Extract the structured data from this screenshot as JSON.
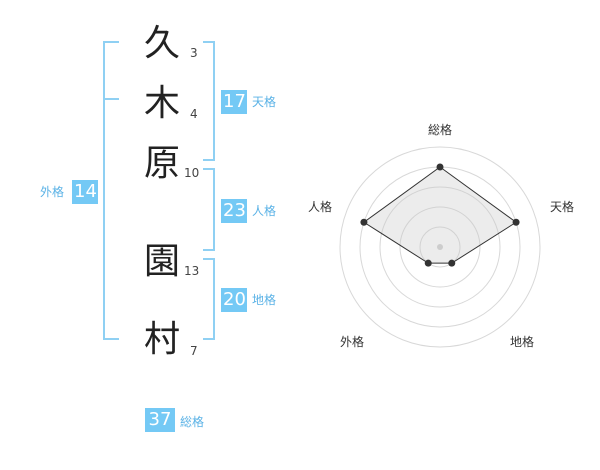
{
  "name": {
    "chars": [
      {
        "char": "久",
        "strokes": "3"
      },
      {
        "char": "木",
        "strokes": "4"
      },
      {
        "char": "原",
        "strokes": "10"
      },
      {
        "char": "園",
        "strokes": "13"
      },
      {
        "char": "村",
        "strokes": "7"
      }
    ]
  },
  "kaku": {
    "tenkaku": {
      "value": "17",
      "label": "天格"
    },
    "jinkaku": {
      "value": "23",
      "label": "人格"
    },
    "chikaku": {
      "value": "20",
      "label": "地格"
    },
    "gaikaku": {
      "value": "14",
      "label": "外格"
    },
    "soukaku": {
      "value": "37",
      "label": "総格"
    }
  },
  "colors": {
    "badge": "#74c9f5",
    "bracket": "#8fd0f3",
    "label": "#5ab2e6"
  },
  "chart_data": {
    "type": "radar",
    "axes": [
      "総格",
      "天格",
      "地格",
      "外格",
      "人格"
    ],
    "levels": 5,
    "values": [
      4,
      4,
      1,
      1,
      4
    ],
    "max": 5
  }
}
